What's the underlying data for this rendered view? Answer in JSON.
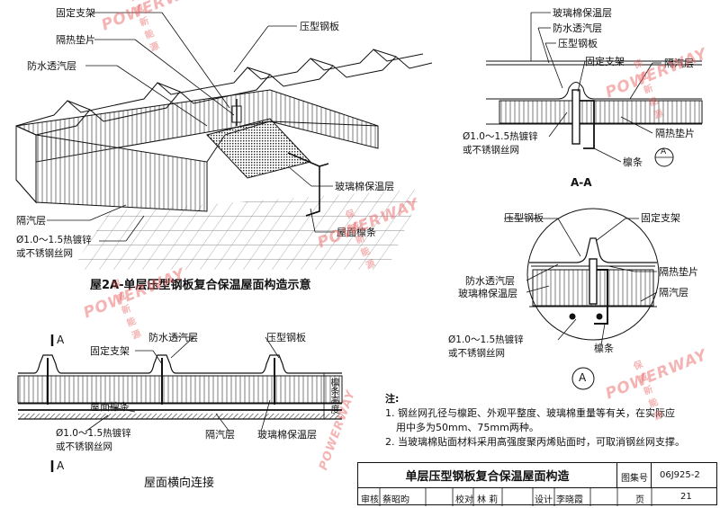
{
  "labels": {
    "iso": {
      "fixed_bracket": "固定支架",
      "insulation_pad": "隔热垫片",
      "waterproof_layer": "防水透汽层",
      "pressed_steel": "压型钢板",
      "glass_wool": "玻璃棉保温层",
      "vapor_layer": "隔汽层",
      "wire_mesh_1": "Ø1.0～1.5热镀锌",
      "wire_mesh_2": "或不锈钢丝网",
      "purlin": "屋面檩条"
    },
    "section_aa": {
      "glass_wool": "玻璃棉保温层",
      "waterproof_layer": "防水透汽层",
      "pressed_steel": "压型钢板",
      "fixed_bracket": "固定支架",
      "vapor_layer": "隔汽层",
      "insulation_pad": "隔热垫片",
      "wire_mesh_1": "Ø1.0～1.5热镀锌",
      "wire_mesh_2": "或不锈钢丝网",
      "purlin": "檩条",
      "detail_ref": "A",
      "title": "A-A"
    },
    "detail_a": {
      "pressed_steel": "压型钢板",
      "fixed_bracket": "固定支架",
      "waterproof_layer": "防水透汽层",
      "insulation_pad": "隔热垫片",
      "glass_wool": "玻璃棉保温层",
      "vapor_layer": "隔汽层",
      "wire_mesh_1": "Ø1.0～1.5热镀锌",
      "wire_mesh_2": "或不锈钢丝网",
      "purlin": "檩条",
      "marker": "A"
    },
    "transverse": {
      "section_mark": "A",
      "fixed_bracket": "固定支架",
      "waterproof_layer": "防水透汽层",
      "pressed_steel": "压型钢板",
      "purlin": "屋面檩条",
      "purlin_height": "檩条高度",
      "wire_mesh_1": "Ø1.0～1.5热镀锌",
      "wire_mesh_2": "或不锈钢丝网",
      "vapor_layer": "隔汽层",
      "glass_wool": "玻璃棉保温层",
      "title": "屋面横向连接"
    }
  },
  "captions": {
    "iso_title": "屋2A-单层压型钢板复合保温屋面构造示意"
  },
  "notes": {
    "heading": "注:",
    "n1a": "1. 钢丝网孔径与檩距、外观平整度、玻璃棉重量等有关，在实际应",
    "n1b": "用中多为50mm、75mm两种。",
    "n2": "2. 当玻璃棉贴面材料采用高强度聚丙烯贴面时，可取消钢丝网支撑。"
  },
  "title_block": {
    "title": "单层压型钢板复合保温屋面构造",
    "atlas_label": "图集号",
    "atlas_no": "06J925-2",
    "review_label": "审核",
    "review_name": "蔡昭昀",
    "check_label": "校对",
    "check_name": "林 莉",
    "design_label": "设计",
    "design_name": "李晓霞",
    "page_label": "页",
    "page_no": "21"
  },
  "watermark": {
    "brand": "POWERWAY",
    "tagline": "保威新能源"
  },
  "colors": {
    "line": "#111111",
    "watermark": "#e85a5a"
  }
}
